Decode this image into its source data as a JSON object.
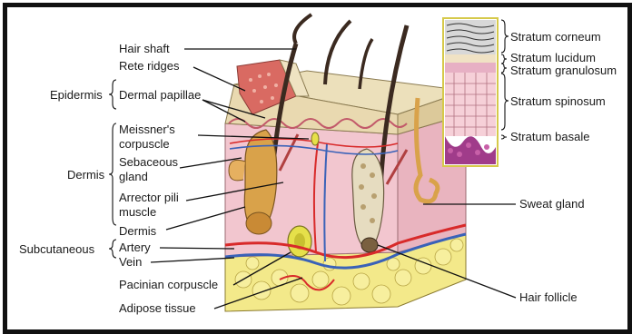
{
  "labels": {
    "hair_shaft": "Hair shaft",
    "rete_ridges": "Rete ridges",
    "epidermis": "Epidermis",
    "dermal_papillae": "Dermal papillae",
    "meissners_1": "Meissner's",
    "meissners_2": "corpuscle",
    "dermis_group": "Dermis",
    "sebaceous_1": "Sebaceous",
    "sebaceous_2": "gland",
    "arrector_1": "Arrector pili",
    "arrector_2": "muscle",
    "dermis": "Dermis",
    "subcutaneous": "Subcutaneous",
    "artery": "Artery",
    "vein": "Vein",
    "pacinian": "Pacinian corpuscle",
    "adipose": "Adipose tissue",
    "stratum_corneum": "Stratum corneum",
    "stratum_lucidum": "Stratum lucidum",
    "stratum_granulosum": "Stratum granulosum",
    "stratum_spinosum": "Stratum spinosum",
    "stratum_basale": "Stratum basale",
    "sweat_gland": "Sweat gland",
    "hair_follicle": "Hair follicle"
  },
  "colors": {
    "frame": "#111111",
    "dermis_pink": "#f2c6cf",
    "epidermis_tan": "#e9d9b0",
    "fat_yellow": "#f3e98a",
    "artery_red": "#d82a2a",
    "vein_blue": "#3a62b8",
    "hair_dark": "#3b2a20",
    "follicle_gold": "#d9a24a",
    "inset_border": "#d6c94a"
  }
}
